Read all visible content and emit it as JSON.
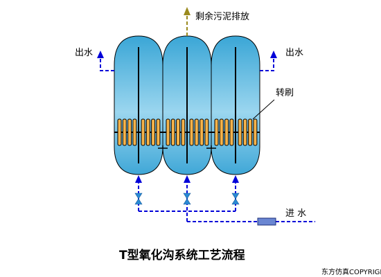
{
  "labels": {
    "sludge_discharge": "剩余污泥排放",
    "outlet_left": "出水",
    "outlet_right": "出水",
    "brush": "转刷",
    "inlet": "进 水"
  },
  "title": "T型氧化沟系统工艺流程",
  "credit": "东方仿真COPYRIGHT",
  "colors": {
    "tank_fill_top": "#3aa6d6",
    "tank_fill_bottom": "#b9e4f4",
    "flow_line": "#0000d8",
    "sludge_arrow": "#9a8a1e",
    "brush_bar": "#f4b24a",
    "valve": "#2a8ad4"
  },
  "icons": {
    "valve": "bowtie-valve-icon",
    "pump": "pump-icon",
    "arrow": "arrow-up-icon"
  }
}
